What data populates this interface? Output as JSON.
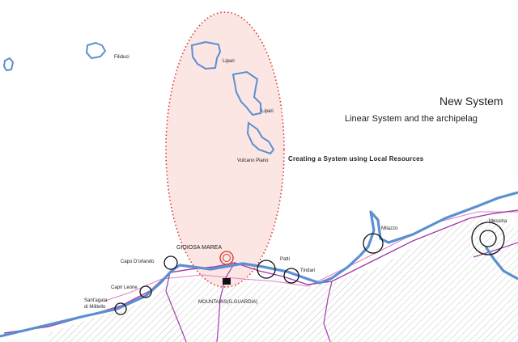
{
  "headings": {
    "title": "New System",
    "subtitle": "Linear System and the archipelag",
    "note": "Creating a System using Local Resources"
  },
  "islands": {
    "filiduci": "Filiduci",
    "lipari_1": "Lipari",
    "lipari_2": "Lipari",
    "vulcano": "Vulcano Piano"
  },
  "places": {
    "gioiosa_marea": "GIOIOSA MAREA",
    "capo_dorlando": "Capo D'orlando",
    "capri_leone": "Capri Leone",
    "santagata_1": "Sant'agata",
    "santagata_2": "di Militello",
    "mountains": "MOUNTAINS(G.GUARDIA)",
    "patti": "Patti",
    "tindari": "Tindari",
    "milazzo": "Milazzo",
    "messina": "Messina"
  },
  "colors": {
    "coast": "#5b8fd0",
    "route": "#a03da8",
    "zone_fill": "#fbe6e4",
    "zone_stroke": "#d9342e",
    "highlight_circle": "#d9342e",
    "hatch": "#bdbdbd"
  }
}
